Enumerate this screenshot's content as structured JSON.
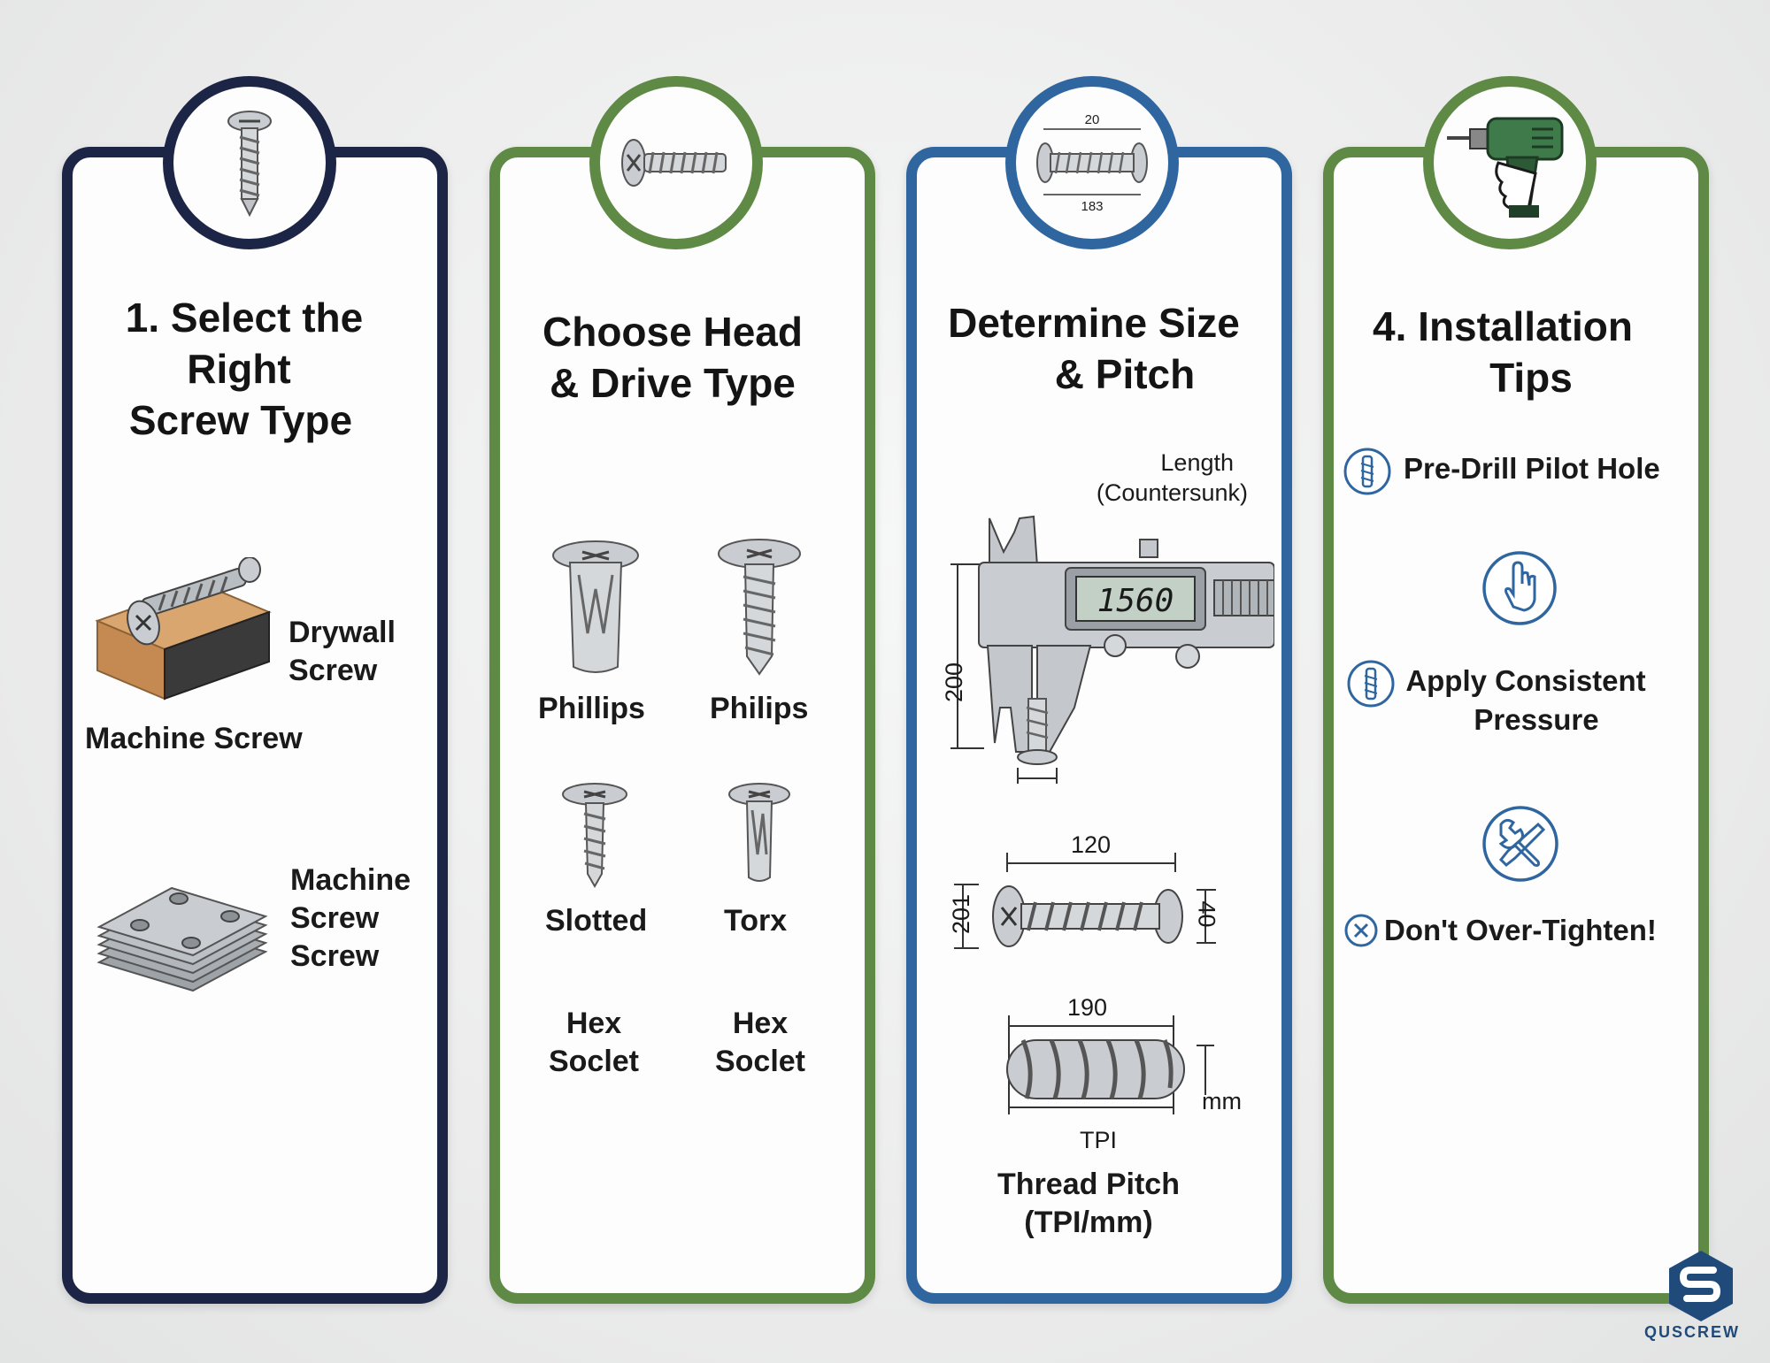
{
  "panel1": {
    "title_lines": [
      "1. Select the",
      "Right",
      "Screw Type"
    ],
    "drywall_lines": [
      "Drywall",
      "Screw"
    ],
    "machine_caption": "Machine Screw",
    "machine_lines": [
      "Machine",
      "Screw",
      "Screw"
    ]
  },
  "panel2": {
    "title_lines": [
      "Choose Head",
      "& Drive Type"
    ],
    "head_labels": [
      "Phillips",
      "Philips",
      "Slotted",
      "Torx"
    ],
    "hex_lines": [
      "Hex",
      "Soclet"
    ]
  },
  "panel3": {
    "title_lines": [
      "Determine Size",
      "& Pitch"
    ],
    "length_lines": [
      "Length",
      "(Countersunk)"
    ],
    "badge_top": "20",
    "badge_bottom": "183",
    "caliper_readout": "1560",
    "caliper_dim": "200",
    "dim_top": "120",
    "dim_left": "201",
    "dim_right": "40",
    "dim_thread": "190",
    "unit_mm": "mm",
    "tpi_label": "TPI",
    "pitch_lines": [
      "Thread Pitch",
      "(TPI/mm)"
    ]
  },
  "panel4": {
    "title_lines": [
      "4. Installation",
      "Tips"
    ],
    "tip1": "Pre-Drill Pilot Hole",
    "tip2_lines": [
      "Apply Consistent",
      "Pressure"
    ],
    "tip3": "Don't Over-Tighten!"
  },
  "logo_text": "QUSCREW",
  "colors": {
    "navy": "#1c2545",
    "green": "#5e8a45",
    "blue": "#2f66a0"
  }
}
